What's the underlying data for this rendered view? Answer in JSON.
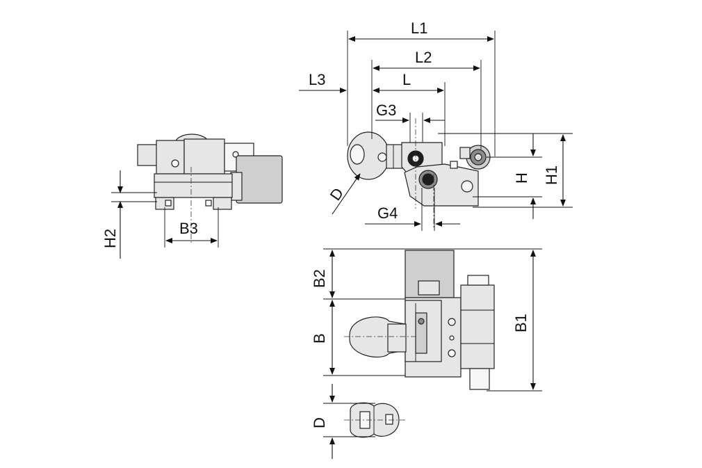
{
  "labels": {
    "L1": "L1",
    "L2": "L2",
    "L3": "L3",
    "L": "L",
    "G3": "G3",
    "G4": "G4",
    "H": "H",
    "H1": "H1",
    "H2": "H2",
    "B": "B",
    "B1": "B1",
    "B2": "B2",
    "B3": "B3",
    "D_side": "D",
    "D_detail": "D"
  }
}
